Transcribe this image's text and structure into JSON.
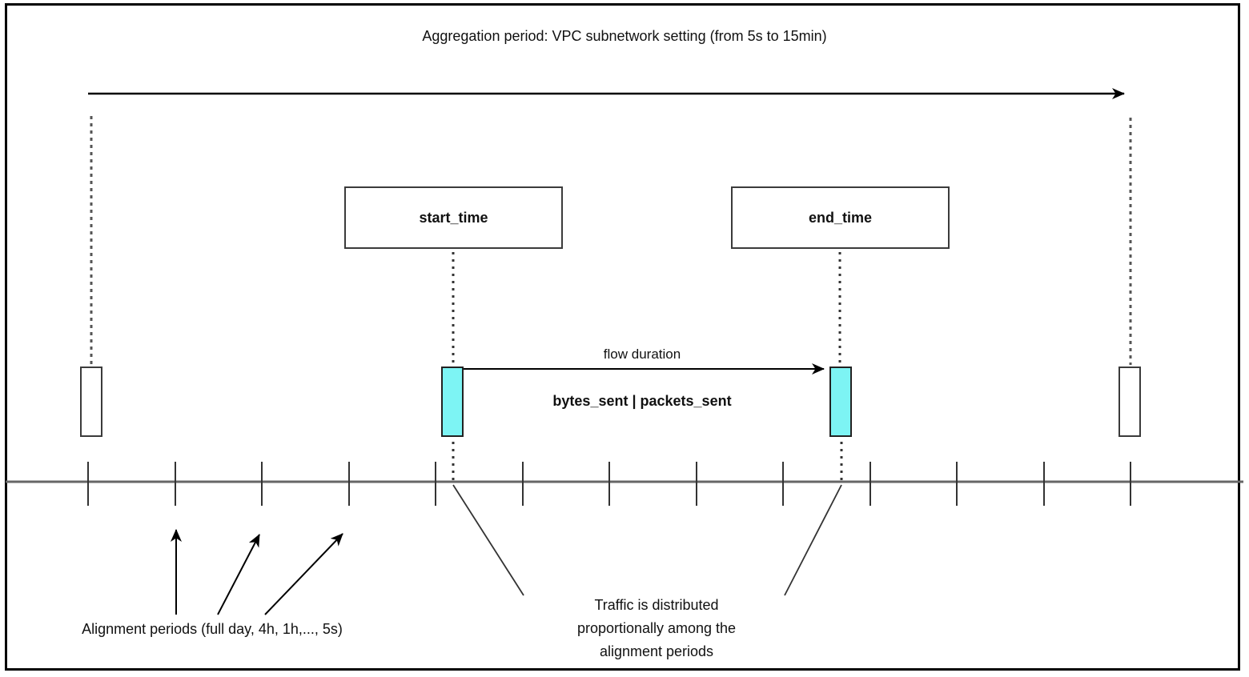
{
  "diagram": {
    "title": "Aggregation period: VPC subnetwork setting (from 5s to 15min)",
    "timeline": {
      "start_label": "start_time",
      "end_label": "end_time",
      "flow_duration_label": "flow duration",
      "metrics_label": "bytes_sent | packets_sent",
      "tick_count": 13
    },
    "annotations": {
      "alignment_periods": "Alignment periods (full day, 4h, 1h,..., 5s)",
      "traffic_distribution": "Traffic is distributed proportionally among the alignment periods"
    },
    "colors": {
      "flow-bar-fill": "#7DF4F4",
      "timeline-line": "#666666",
      "shape-border": "#3b3b3b"
    }
  }
}
